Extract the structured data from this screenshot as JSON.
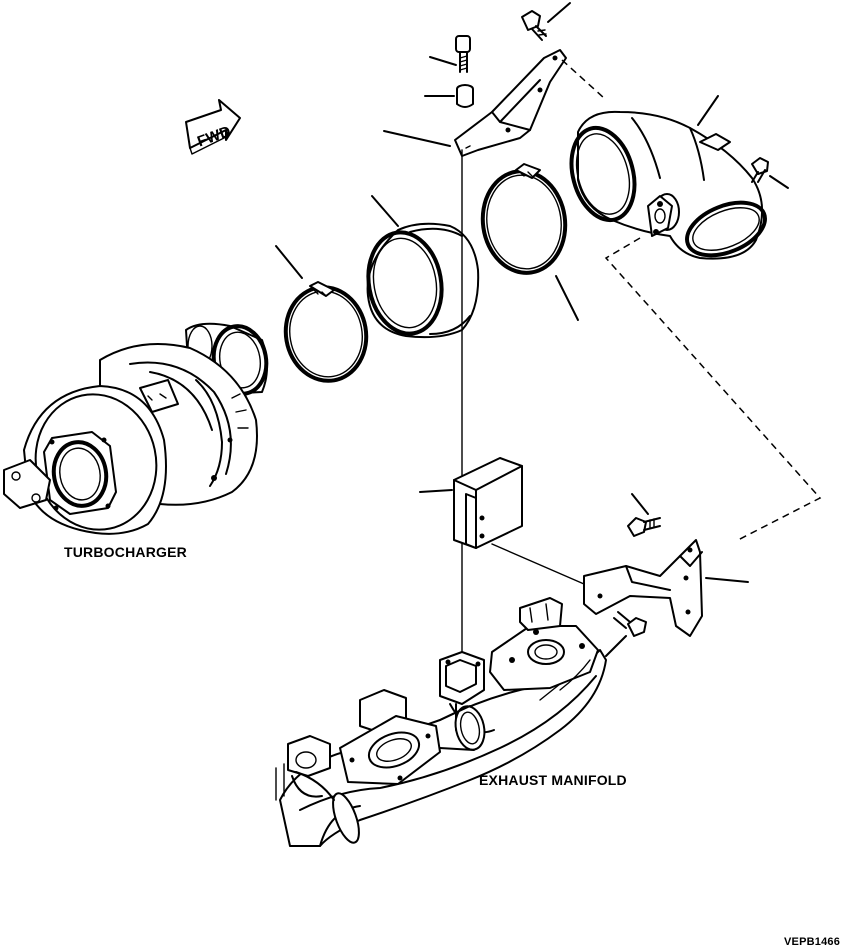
{
  "labels": {
    "turbocharger": "TURBOCHARGER",
    "exhaust_manifold": "EXHAUST MANIFOLD",
    "figure_code": "VEPB1466",
    "fwd_arrow": "FWD"
  },
  "parts": [
    {
      "id": "bolt-top-bracket",
      "icon": "hex-bolt-icon"
    },
    {
      "id": "bolt-upper",
      "icon": "bolt-icon"
    },
    {
      "id": "spacer",
      "icon": "spacer-icon"
    },
    {
      "id": "upper-bracket",
      "icon": "bracket-icon"
    },
    {
      "id": "elbow-pipe",
      "icon": "elbow-pipe-icon"
    },
    {
      "id": "elbow-bolt",
      "icon": "hex-bolt-icon"
    },
    {
      "id": "clamp-right",
      "icon": "clamp-icon"
    },
    {
      "id": "sleeve",
      "icon": "sleeve-icon"
    },
    {
      "id": "clamp-left",
      "icon": "clamp-icon"
    },
    {
      "id": "heat-shield",
      "icon": "shield-icon"
    },
    {
      "id": "lower-bracket",
      "icon": "bracket-icon"
    },
    {
      "id": "bolt-lower-1",
      "icon": "hex-bolt-icon"
    },
    {
      "id": "bolt-lower-2",
      "icon": "hex-bolt-icon"
    }
  ]
}
